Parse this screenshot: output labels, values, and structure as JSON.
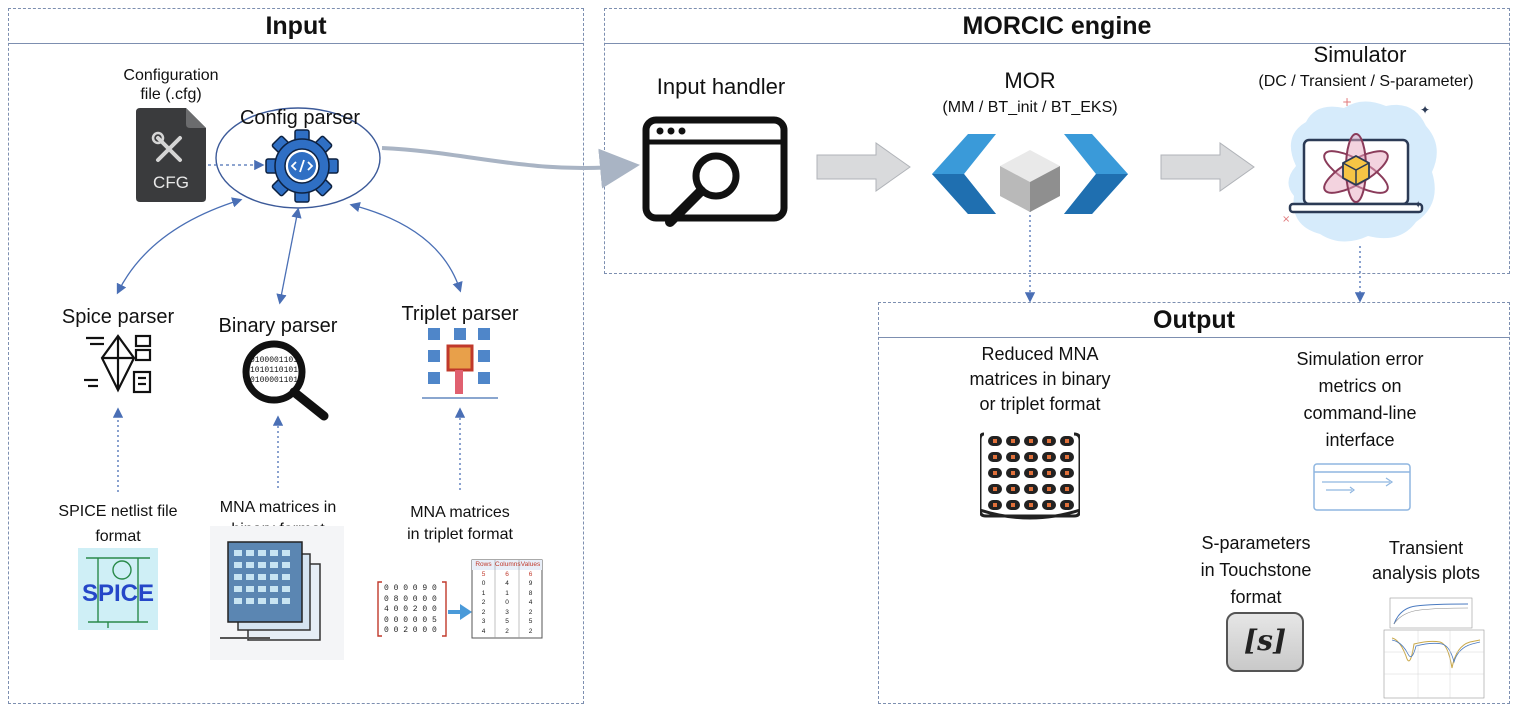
{
  "input": {
    "title": "Input",
    "config_file_label": "Configuration\nfile (.cfg)",
    "cfg_text": "CFG",
    "config_parser": "Config parser",
    "spice_parser": "Spice parser",
    "binary_parser": "Binary parser",
    "triplet_parser": "Triplet parser",
    "spice_netlist": "SPICE netlist file\nformat",
    "spice_logo": "SPICE",
    "mna_binary": "MNA matrices in\nbinary format",
    "mna_triplet": "MNA matrices\nin triplet format",
    "binary_lines": [
      "0100001101",
      "1010110101",
      "0100001101"
    ],
    "matrix_rows": [
      "0 0 0 0 9 0",
      "0 8 0 0 0 0",
      "4 0 0 2 0 0",
      "0 0 0 0 0 5",
      "0 0 2 0 0 0"
    ],
    "triplet_headers": [
      "Rows",
      "Columns",
      "Values"
    ],
    "triplet_rows": [
      [
        "5",
        "6",
        "6"
      ],
      [
        "0",
        "4",
        "9"
      ],
      [
        "1",
        "1",
        "8"
      ],
      [
        "2",
        "0",
        "4"
      ],
      [
        "2",
        "3",
        "2"
      ],
      [
        "3",
        "5",
        "5"
      ],
      [
        "4",
        "2",
        "2"
      ]
    ]
  },
  "engine": {
    "title": "MORCIC engine",
    "input_handler": "Input handler",
    "mor": "MOR",
    "mor_methods": "(MM / BT_init / BT_EKS)",
    "simulator": "Simulator",
    "simulator_modes": "(DC / Transient / S-parameter)"
  },
  "output": {
    "title": "Output",
    "reduced_mna": "Reduced MNA\nmatrices in binary\nor triplet format",
    "sim_error": "Simulation error\nmetrics on\ncommand-line\ninterface",
    "s_params": "S-parameters\nin Touchstone\nformat",
    "s_symbol": "[s]",
    "transient": "Transient\nanalysis plots"
  },
  "colors": {
    "panel_border": "#7d8fb0",
    "arrow_blue": "#4a6fb5",
    "gear_blue": "#2f6fc4",
    "mor_blue": "#3a9ad9",
    "gray_arrow": "#d9dadc"
  }
}
